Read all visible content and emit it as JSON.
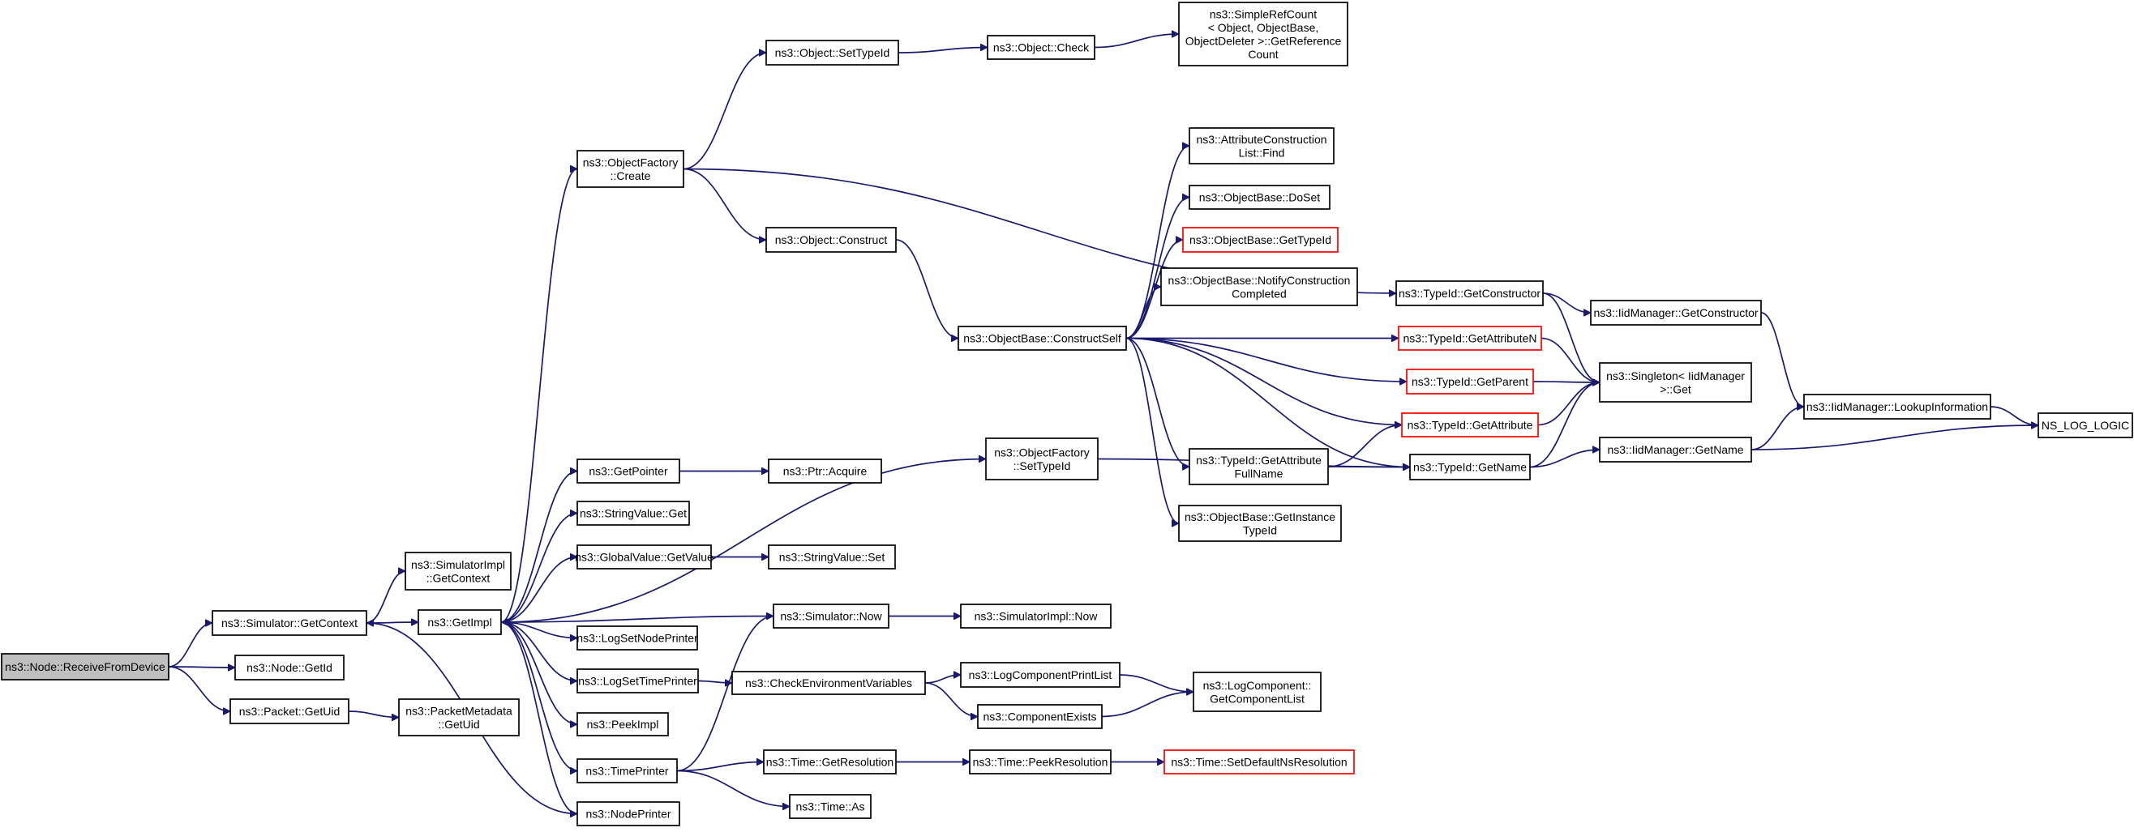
{
  "nodes": [
    {
      "id": "n1",
      "lines": [
        "ns3::Node::ReceiveFromDevice"
      ],
      "root": true
    },
    {
      "id": "n2",
      "lines": [
        "ns3::Simulator::GetContext"
      ]
    },
    {
      "id": "n3",
      "lines": [
        "ns3::Node::GetId"
      ]
    },
    {
      "id": "n4",
      "lines": [
        "ns3::Packet::GetUid"
      ]
    },
    {
      "id": "n5",
      "lines": [
        "ns3::SimulatorImpl",
        "::GetContext"
      ]
    },
    {
      "id": "n6",
      "lines": [
        "ns3::GetImpl"
      ]
    },
    {
      "id": "n7",
      "lines": [
        "ns3::PacketMetadata",
        "::GetUid"
      ]
    },
    {
      "id": "n8",
      "lines": [
        "ns3::ObjectFactory",
        "::Create"
      ]
    },
    {
      "id": "n9",
      "lines": [
        "ns3::GetPointer"
      ]
    },
    {
      "id": "n10",
      "lines": [
        "ns3::StringValue::Get"
      ]
    },
    {
      "id": "n11",
      "lines": [
        "ns3::GlobalValue::GetValue"
      ]
    },
    {
      "id": "n12",
      "lines": [
        "ns3::LogSetNodePrinter"
      ]
    },
    {
      "id": "n13",
      "lines": [
        "ns3::LogSetTimePrinter"
      ]
    },
    {
      "id": "n14",
      "lines": [
        "ns3::PeekImpl"
      ]
    },
    {
      "id": "n15",
      "lines": [
        "ns3::TimePrinter"
      ]
    },
    {
      "id": "n16",
      "lines": [
        "ns3::NodePrinter"
      ]
    },
    {
      "id": "n17",
      "lines": [
        "ns3::Object::SetTypeId"
      ]
    },
    {
      "id": "n18",
      "lines": [
        "ns3::Object::Construct"
      ]
    },
    {
      "id": "n19",
      "lines": [
        "ns3::Ptr::Acquire"
      ]
    },
    {
      "id": "n20",
      "lines": [
        "ns3::StringValue::Set"
      ]
    },
    {
      "id": "n21",
      "lines": [
        "ns3::Simulator::Now"
      ]
    },
    {
      "id": "n22",
      "lines": [
        "ns3::CheckEnvironmentVariables"
      ]
    },
    {
      "id": "n23",
      "lines": [
        "ns3::Time::GetResolution"
      ]
    },
    {
      "id": "n24",
      "lines": [
        "ns3::Time::As"
      ]
    },
    {
      "id": "n25",
      "lines": [
        "ns3::Object::Check"
      ]
    },
    {
      "id": "n26",
      "lines": [
        "ns3::SimpleRefCount",
        "< Object, ObjectBase,",
        "ObjectDeleter >::GetReference",
        "Count"
      ]
    },
    {
      "id": "n27",
      "lines": [
        "ns3::ObjectBase::ConstructSelf"
      ]
    },
    {
      "id": "n28",
      "lines": [
        "ns3::ObjectFactory",
        "::SetTypeId"
      ]
    },
    {
      "id": "n29",
      "lines": [
        "ns3::SimulatorImpl::Now"
      ]
    },
    {
      "id": "n30",
      "lines": [
        "ns3::LogComponentPrintList"
      ]
    },
    {
      "id": "n31",
      "lines": [
        "ns3::ComponentExists"
      ]
    },
    {
      "id": "n32",
      "lines": [
        "ns3::Time::PeekResolution"
      ]
    },
    {
      "id": "n33",
      "lines": [
        "ns3::AttributeConstruction",
        "List::Find"
      ]
    },
    {
      "id": "n34",
      "lines": [
        "ns3::ObjectBase::DoSet"
      ]
    },
    {
      "id": "n35",
      "lines": [
        "ns3::ObjectBase::GetTypeId"
      ],
      "red": true
    },
    {
      "id": "n36",
      "lines": [
        "ns3::ObjectBase::NotifyConstruction",
        "Completed"
      ]
    },
    {
      "id": "n37",
      "lines": [
        "ns3::TypeId::GetAttribute",
        "FullName"
      ]
    },
    {
      "id": "n38",
      "lines": [
        "ns3::ObjectBase::GetInstance",
        "TypeId"
      ]
    },
    {
      "id": "n39",
      "lines": [
        "ns3::LogComponent::",
        "GetComponentList"
      ]
    },
    {
      "id": "n40",
      "lines": [
        "ns3::Time::SetDefaultNsResolution"
      ],
      "red": true
    },
    {
      "id": "n41",
      "lines": [
        "ns3::TypeId::GetConstructor"
      ]
    },
    {
      "id": "n42",
      "lines": [
        "ns3::TypeId::GetAttributeN"
      ],
      "red": true
    },
    {
      "id": "n43",
      "lines": [
        "ns3::TypeId::GetParent"
      ],
      "red": true
    },
    {
      "id": "n44",
      "lines": [
        "ns3::TypeId::GetAttribute"
      ],
      "red": true
    },
    {
      "id": "n45",
      "lines": [
        "ns3::TypeId::GetName"
      ]
    },
    {
      "id": "n46",
      "lines": [
        "ns3::IidManager::GetConstructor"
      ]
    },
    {
      "id": "n47",
      "lines": [
        "ns3::Singleton< IidManager",
        ">::Get"
      ]
    },
    {
      "id": "n48",
      "lines": [
        "ns3::IidManager::GetName"
      ]
    },
    {
      "id": "n49",
      "lines": [
        "ns3::IidManager::LookupInformation"
      ]
    },
    {
      "id": "n50",
      "lines": [
        "NS_LOG_LOGIC"
      ]
    }
  ],
  "edges": [
    [
      "n1",
      "n2"
    ],
    [
      "n1",
      "n3"
    ],
    [
      "n1",
      "n4"
    ],
    [
      "n2",
      "n5"
    ],
    [
      "n2",
      "n6"
    ],
    [
      "n4",
      "n7"
    ],
    [
      "n6",
      "n8"
    ],
    [
      "n6",
      "n9"
    ],
    [
      "n6",
      "n10"
    ],
    [
      "n6",
      "n11"
    ],
    [
      "n6",
      "n12"
    ],
    [
      "n6",
      "n13"
    ],
    [
      "n6",
      "n14"
    ],
    [
      "n6",
      "n15"
    ],
    [
      "n6",
      "n16"
    ],
    [
      "n6",
      "n28"
    ],
    [
      "n8",
      "n17"
    ],
    [
      "n8",
      "n18"
    ],
    [
      "n8",
      "n41"
    ],
    [
      "n9",
      "n19"
    ],
    [
      "n11",
      "n20"
    ],
    [
      "n13",
      "n22"
    ],
    [
      "n15",
      "n21"
    ],
    [
      "n15",
      "n23"
    ],
    [
      "n15",
      "n24"
    ],
    [
      "n16",
      "n2"
    ],
    [
      "n17",
      "n25"
    ],
    [
      "n18",
      "n27"
    ],
    [
      "n21",
      "n6"
    ],
    [
      "n21",
      "n29"
    ],
    [
      "n22",
      "n30"
    ],
    [
      "n22",
      "n31"
    ],
    [
      "n23",
      "n32"
    ],
    [
      "n25",
      "n26"
    ],
    [
      "n27",
      "n33"
    ],
    [
      "n27",
      "n34"
    ],
    [
      "n27",
      "n35"
    ],
    [
      "n27",
      "n36"
    ],
    [
      "n27",
      "n37"
    ],
    [
      "n27",
      "n38"
    ],
    [
      "n27",
      "n42"
    ],
    [
      "n27",
      "n43"
    ],
    [
      "n27",
      "n44"
    ],
    [
      "n27",
      "n45"
    ],
    [
      "n28",
      "n45"
    ],
    [
      "n30",
      "n39"
    ],
    [
      "n31",
      "n39"
    ],
    [
      "n32",
      "n40"
    ],
    [
      "n37",
      "n44"
    ],
    [
      "n37",
      "n45"
    ],
    [
      "n41",
      "n46"
    ],
    [
      "n41",
      "n47"
    ],
    [
      "n42",
      "n47"
    ],
    [
      "n43",
      "n47"
    ],
    [
      "n44",
      "n47"
    ],
    [
      "n45",
      "n47"
    ],
    [
      "n45",
      "n48"
    ],
    [
      "n46",
      "n49"
    ],
    [
      "n48",
      "n49"
    ],
    [
      "n48",
      "n50"
    ],
    [
      "n49",
      "n50"
    ]
  ]
}
